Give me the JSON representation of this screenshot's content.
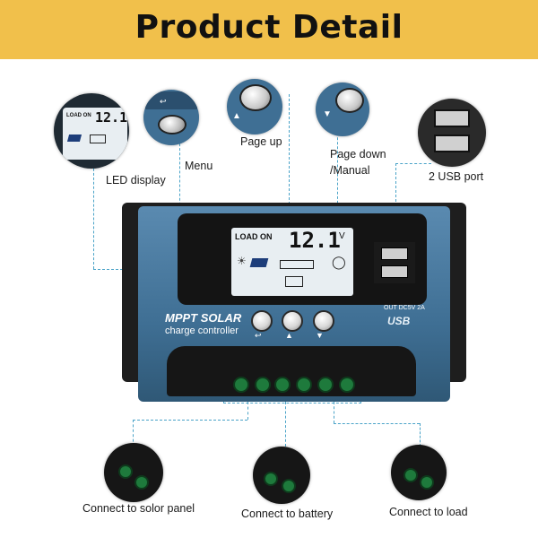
{
  "banner": {
    "title": "Product Detail",
    "color": "#f1c04b"
  },
  "callouts": {
    "led_display": "LED display",
    "menu": "Menu",
    "page_up": "Page up",
    "page_down_line1": "Page down",
    "page_down_line2": "/Manual",
    "usb_port": "2 USB port",
    "solar_panel": "Connect to solor panel",
    "battery": "Connect to battery",
    "load": "Connect to load"
  },
  "device": {
    "lcd_status": "LOAD ON",
    "lcd_value": "12.1",
    "lcd_unit": "V",
    "brand_line1": "MPPT SOLAR",
    "brand_line2": "charge controller",
    "usb_spec": "OUT DC5V 2A",
    "usb_label": "USB",
    "body_color": "#3f6f94",
    "accent_color": "#4aa3c8"
  },
  "icons": [
    "menu-icon",
    "page-up-icon",
    "page-down-manual-icon",
    "sun-icon",
    "solar-panel-icon",
    "battery-icon",
    "bulb-icon"
  ]
}
